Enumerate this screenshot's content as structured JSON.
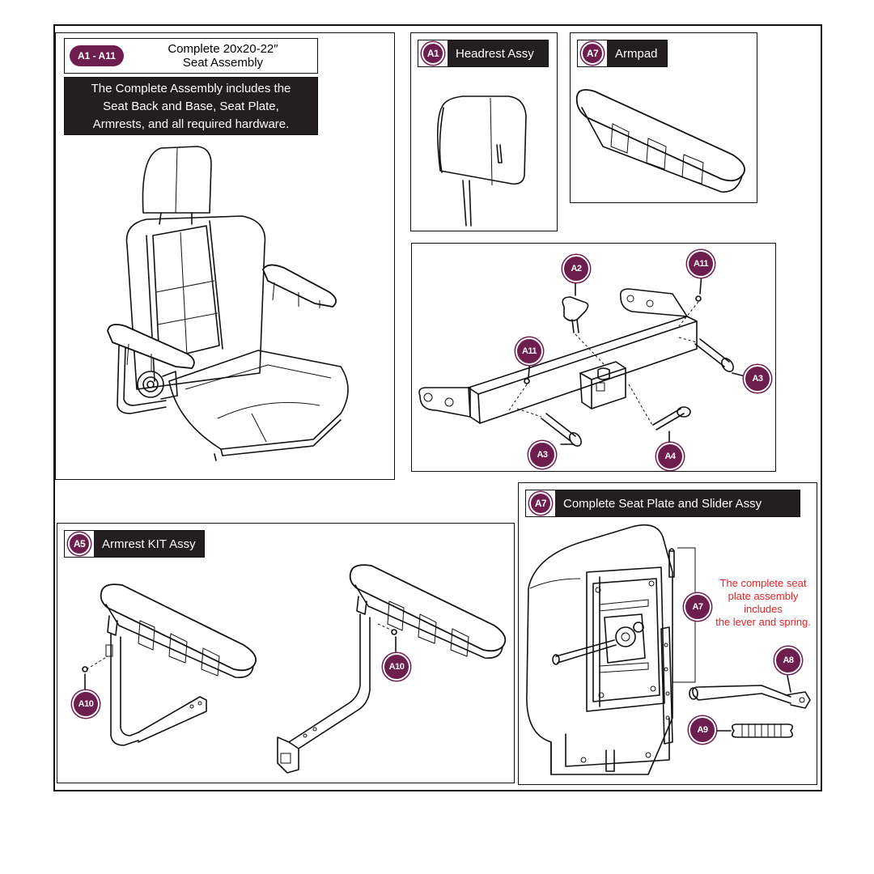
{
  "colors": {
    "badge": "#6e1d4f",
    "label_dark": "#231f20",
    "note_red": "#e0252a"
  },
  "complete_assembly": {
    "badge": "A1 - A11",
    "title_line1": "Complete 20x20-22″",
    "title_line2": "Seat Assembly",
    "desc_line1": "The Complete Assembly includes the",
    "desc_line2": "Seat Back and Base, Seat Plate,",
    "desc_line3": "Armrests, and all required hardware."
  },
  "headrest": {
    "badge": "A1",
    "label": "Headrest Assy"
  },
  "armpad": {
    "badge": "A7",
    "label": "Armpad"
  },
  "frame_callouts": [
    "A2",
    "A11",
    "A11",
    "A3",
    "A3",
    "A4"
  ],
  "armrest_kit": {
    "badge": "A5",
    "label": "Armrest KIT Assy",
    "callouts": [
      "A10",
      "A10"
    ]
  },
  "seat_plate": {
    "badge": "A7",
    "label": "Complete Seat Plate and Slider Assy",
    "callouts": [
      "A7",
      "A8",
      "A9"
    ],
    "note_line1": "The complete seat",
    "note_line2": "plate assembly",
    "note_line3": "includes",
    "note_line4": "the lever and spring."
  }
}
